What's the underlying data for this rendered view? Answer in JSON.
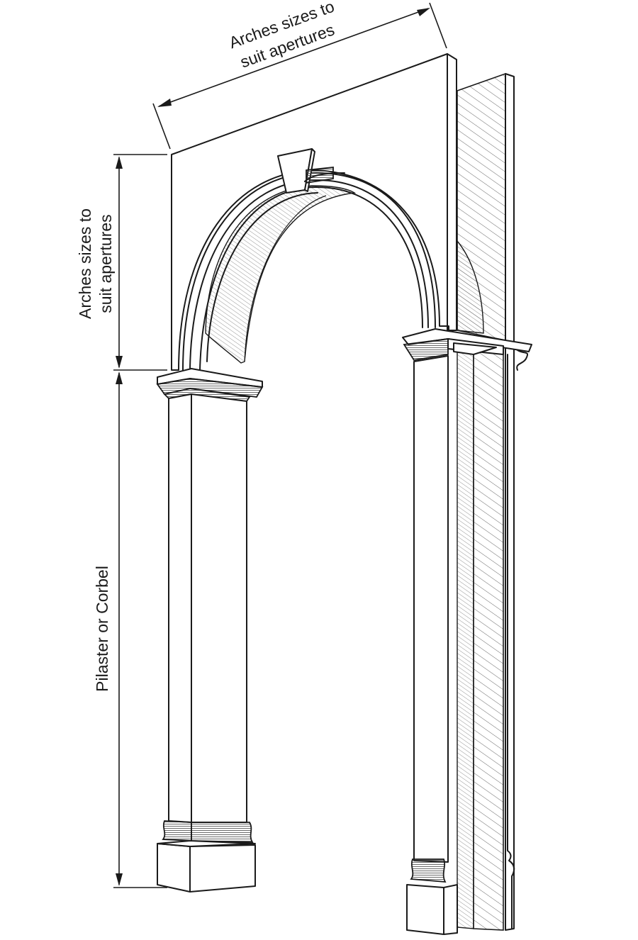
{
  "labels": {
    "top_dimension_line1": "Arches sizes to",
    "top_dimension_line2": "suit apertures",
    "side_dimension_line1": "Arches sizes to",
    "side_dimension_line2": "suit apertures",
    "pilaster_dimension": "Pilaster or Corbel"
  }
}
